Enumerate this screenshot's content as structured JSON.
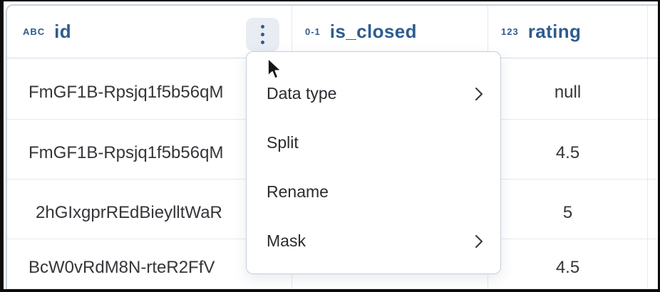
{
  "table": {
    "columns": [
      {
        "type_badge": "ABC",
        "name": "id"
      },
      {
        "type_badge": "0-1",
        "name": "is_closed"
      },
      {
        "type_badge": "123",
        "name": "rating"
      }
    ],
    "rows": [
      {
        "id": "FmGF1B-Rpsjq1f5b56qM",
        "is_closed": "",
        "rating": "null"
      },
      {
        "id": "FmGF1B-Rpsjq1f5b56qM",
        "is_closed": "",
        "rating": "4.5"
      },
      {
        "id": "2hGIxgprREdBieylltWaR",
        "is_closed": "",
        "rating": "5"
      },
      {
        "id": "BcW0vRdM8N-rteR2FfV",
        "is_closed": "",
        "rating": "4.5"
      }
    ]
  },
  "column_menu": {
    "items": [
      {
        "label": "Data type",
        "has_submenu": true
      },
      {
        "label": "Split",
        "has_submenu": false
      },
      {
        "label": "Rename",
        "has_submenu": false
      },
      {
        "label": "Mask",
        "has_submenu": true
      }
    ]
  },
  "icons": {
    "kebab": "vertical three-dot column menu",
    "submenu_chevron": "chevron-right",
    "cursor": "mouse pointer arrow"
  },
  "colors": {
    "accent": "#2e5c8f",
    "grid_border": "#e4e9f1",
    "header_border": "#d3dce7",
    "outer_border": "#c7d1dd",
    "kebab_bg": "#e8edf3",
    "menu_border": "#c4cfdf",
    "cell_text": "#35353a",
    "menu_text": "#2b2b31",
    "background": "#ffffff"
  }
}
